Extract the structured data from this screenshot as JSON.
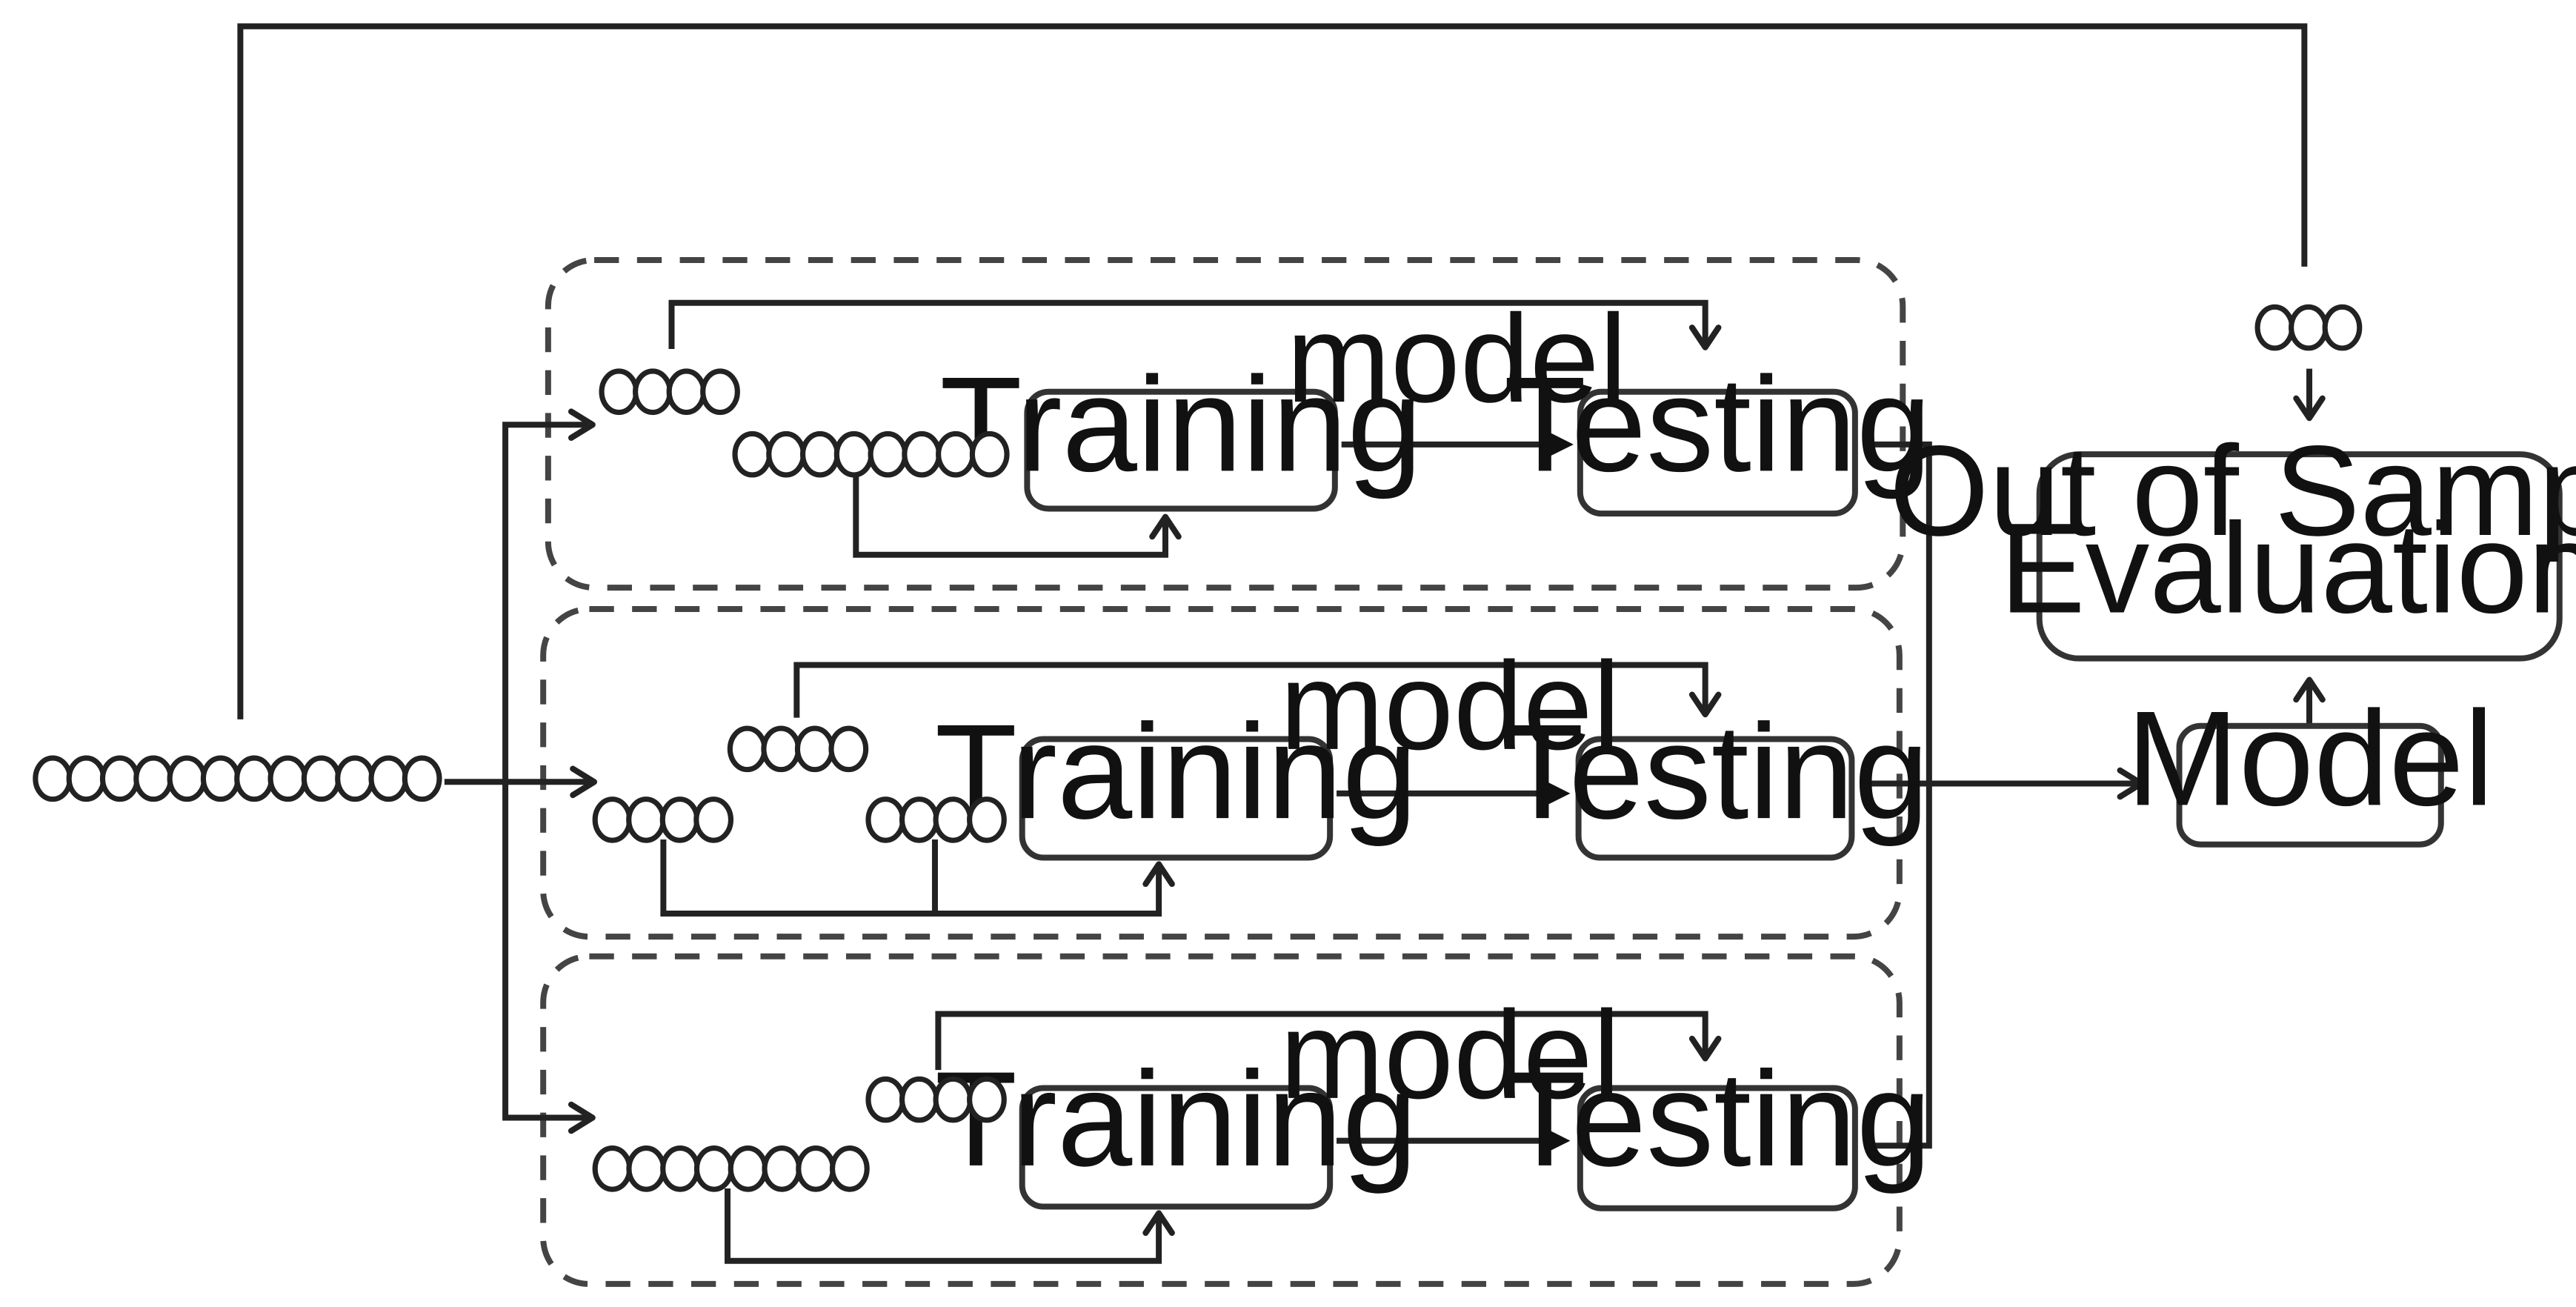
{
  "boxes": {
    "training": "Training",
    "testing": "Testing",
    "model": "Model",
    "evaluation": [
      "Out of Sample",
      "Evaluation"
    ]
  },
  "edge_labels": {
    "model": "model"
  },
  "folds": [
    {
      "training_label": "Training",
      "model_label": "model",
      "testing_label": "Testing"
    },
    {
      "training_label": "Training",
      "model_label": "model",
      "testing_label": "Testing"
    },
    {
      "training_label": "Training",
      "model_label": "model",
      "testing_label": "Testing"
    }
  ]
}
